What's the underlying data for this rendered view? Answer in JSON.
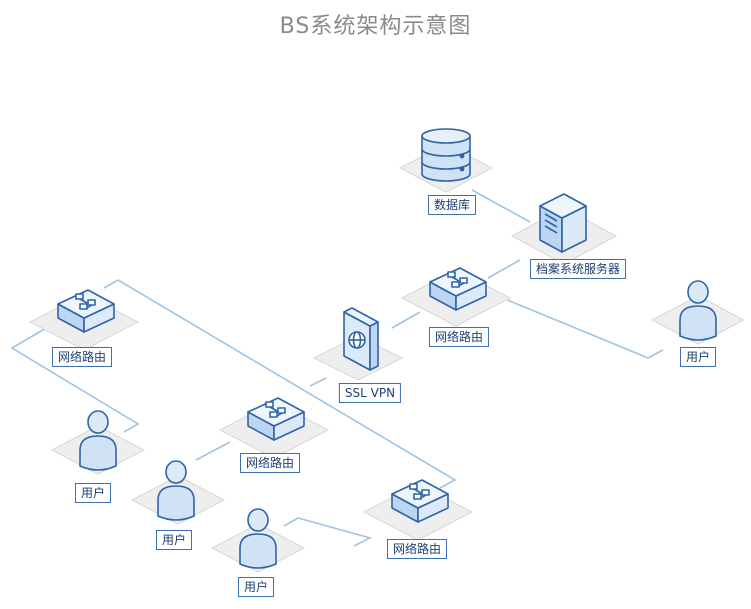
{
  "title": "BS系统架构示意图",
  "nodes": {
    "database": {
      "label": "数据库"
    },
    "archive_server": {
      "label": "档案系统服务器"
    },
    "router_center": {
      "label": "网络路由"
    },
    "ssl_vpn": {
      "label": "SSL VPN"
    },
    "user_right": {
      "label": "用户"
    },
    "router_left": {
      "label": "网络路由"
    },
    "router_mid": {
      "label": "网络路由"
    },
    "router_bottom": {
      "label": "网络路由"
    },
    "user_a": {
      "label": "用户"
    },
    "user_b": {
      "label": "用户"
    },
    "user_c": {
      "label": "用户"
    }
  },
  "colors": {
    "line": "#9ec4e6",
    "stroke": "#2f64a8",
    "fill": "#cfe2f6",
    "platform": "#eeeeee"
  }
}
